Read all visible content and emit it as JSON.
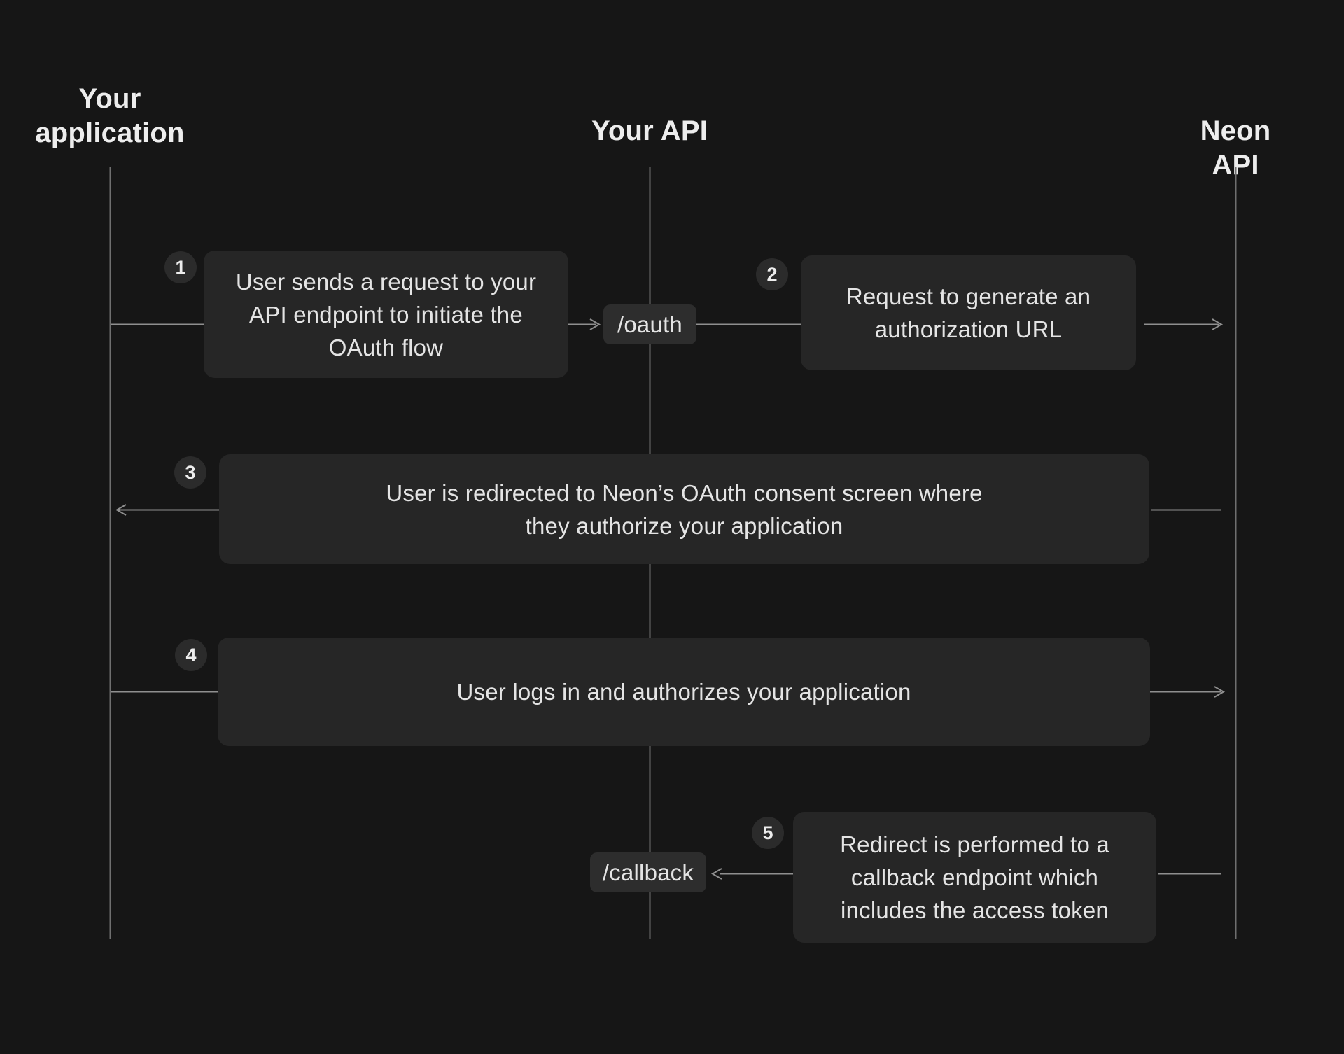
{
  "diagram": {
    "title_hint": "OAuth flow sequence diagram",
    "lanes": [
      {
        "id": "your-application",
        "label": "Your\napplication"
      },
      {
        "id": "your-api",
        "label": "Your API"
      },
      {
        "id": "neon-api",
        "label": "Neon API"
      }
    ],
    "steps": [
      {
        "number": "1",
        "text": "User sends a request to your\nAPI endpoint to initiate the\nOAuth flow"
      },
      {
        "number": "2",
        "text": "Request to generate an\nauthorization URL"
      },
      {
        "number": "3",
        "text": "User is redirected to Neon’s OAuth consent screen where\nthey authorize your application"
      },
      {
        "number": "4",
        "text": "User logs in and authorizes your application"
      },
      {
        "number": "5",
        "text": "Redirect is performed to a\ncallback endpoint which\nincludes the access token"
      }
    ],
    "endpoints": [
      {
        "id": "oauth",
        "label": "/oauth"
      },
      {
        "id": "callback",
        "label": "/callback"
      }
    ],
    "colors": {
      "bg": "#161616",
      "box": "#262626",
      "pill": "#2d2d2d",
      "badge": "#2b2b2b",
      "text": "#e4e4e4",
      "heading": "#ededed",
      "line": "#8f8f8f",
      "lifeline": "#6f6f6f"
    }
  }
}
